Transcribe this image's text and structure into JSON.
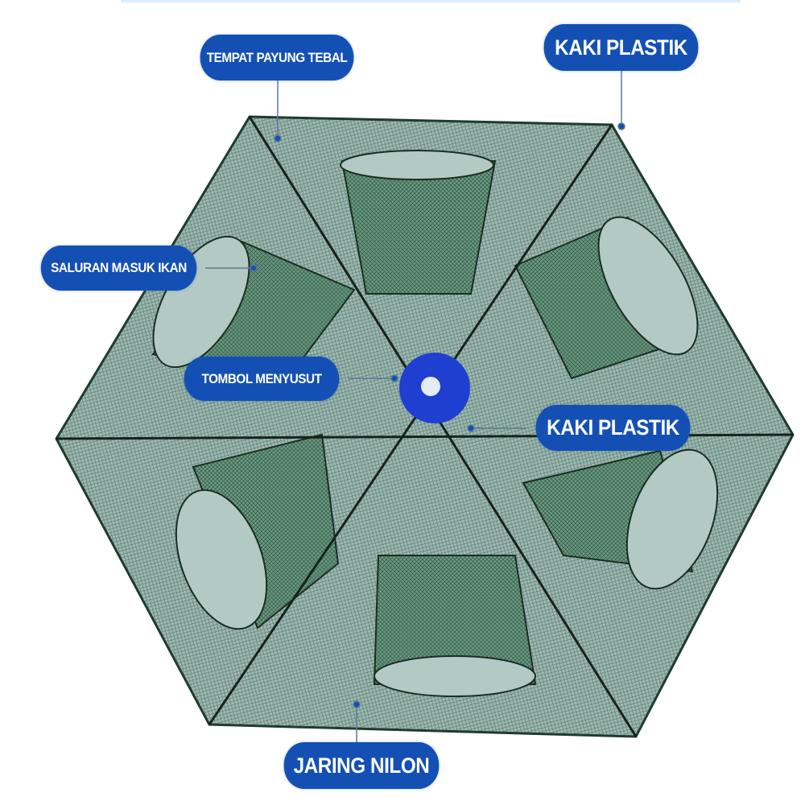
{
  "labels": {
    "umbrella_seat": "TEMPAT PAYUNG TEBAL",
    "plastic_leg_top": "KAKI PLASTIK",
    "fish_entrance": "SALURAN MASUK IKAN",
    "shrink_button": "TOMBOL MENYUSUT",
    "plastic_leg_center": "KAKI PLASTIK",
    "nylon_net": "JARING NILON"
  },
  "colors": {
    "label_bg": "#1450b4",
    "net": "#2f6a4f",
    "hub": "#1f3fd0"
  }
}
